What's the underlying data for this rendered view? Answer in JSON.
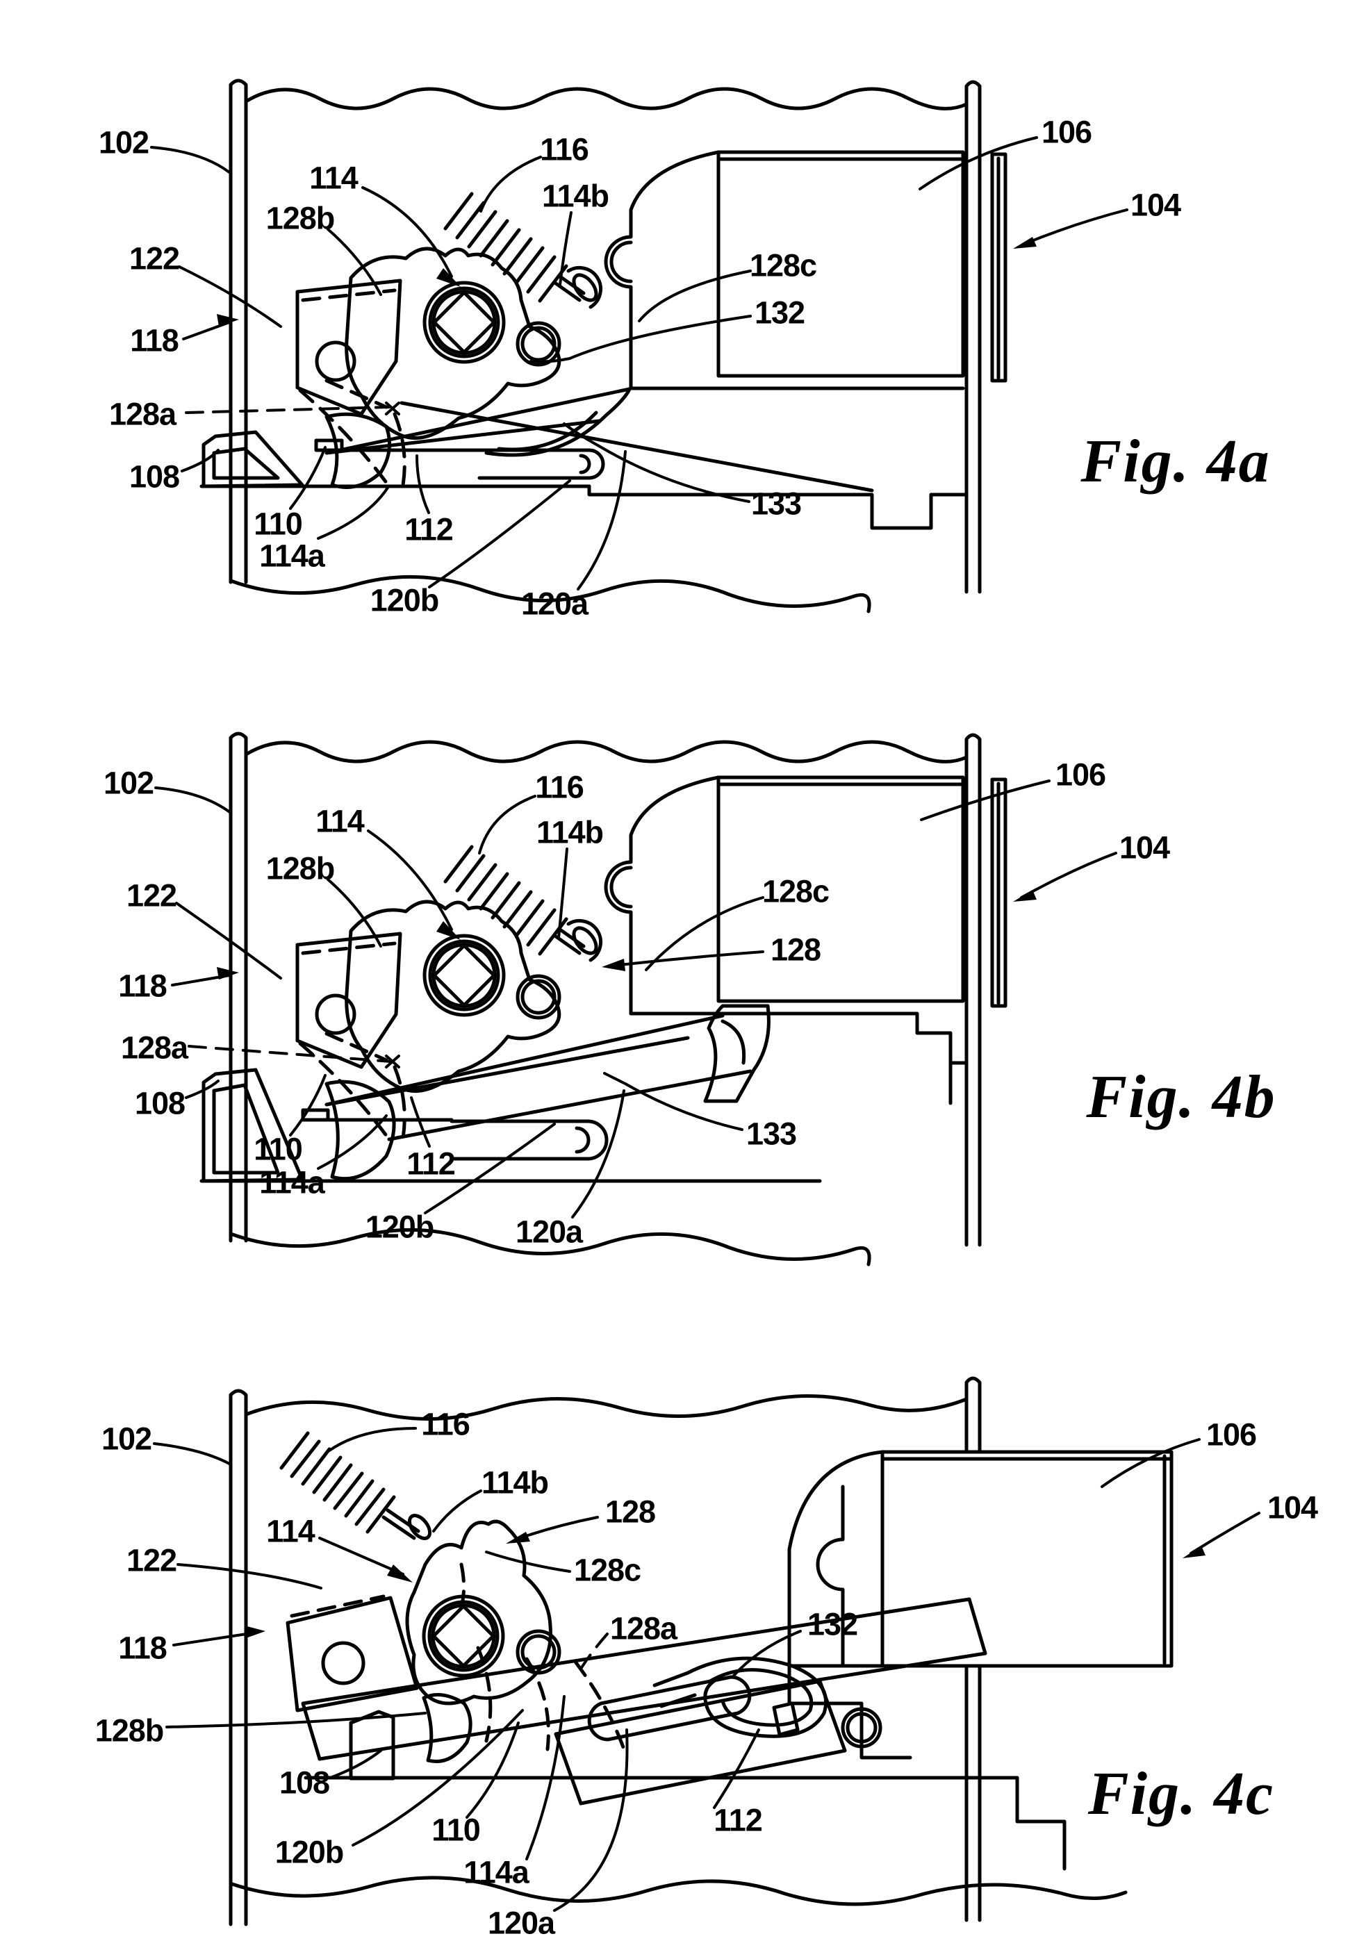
{
  "page": {
    "background": "#ffffff",
    "ink": "#000000"
  },
  "figures": [
    {
      "caption": "Fig. 4a",
      "labels": {
        "n102": "102",
        "n104": "104",
        "n106": "106",
        "n108": "108",
        "n110": "110",
        "n112": "112",
        "n114": "114",
        "n114a": "114a",
        "n114b": "114b",
        "n116": "116",
        "n118": "118",
        "n120a": "120a",
        "n120b": "120b",
        "n122": "122",
        "n128a": "128a",
        "n128b": "128b",
        "n128c": "128c",
        "n132": "132",
        "n133": "133"
      }
    },
    {
      "caption": "Fig. 4b",
      "labels": {
        "n102": "102",
        "n104": "104",
        "n106": "106",
        "n108": "108",
        "n110": "110",
        "n112": "112",
        "n114": "114",
        "n114a": "114a",
        "n114b": "114b",
        "n116": "116",
        "n118": "118",
        "n120a": "120a",
        "n120b": "120b",
        "n122": "122",
        "n128": "128",
        "n128a": "128a",
        "n128b": "128b",
        "n128c": "128c",
        "n133": "133"
      }
    },
    {
      "caption": "Fig. 4c",
      "labels": {
        "n102": "102",
        "n104": "104",
        "n106": "106",
        "n108": "108",
        "n110": "110",
        "n112": "112",
        "n114": "114",
        "n114a": "114a",
        "n114b": "114b",
        "n116": "116",
        "n118": "118",
        "n120a": "120a",
        "n120b": "120b",
        "n122": "122",
        "n128": "128",
        "n128a": "128a",
        "n128b": "128b",
        "n128c": "128c",
        "n132": "132"
      }
    }
  ]
}
